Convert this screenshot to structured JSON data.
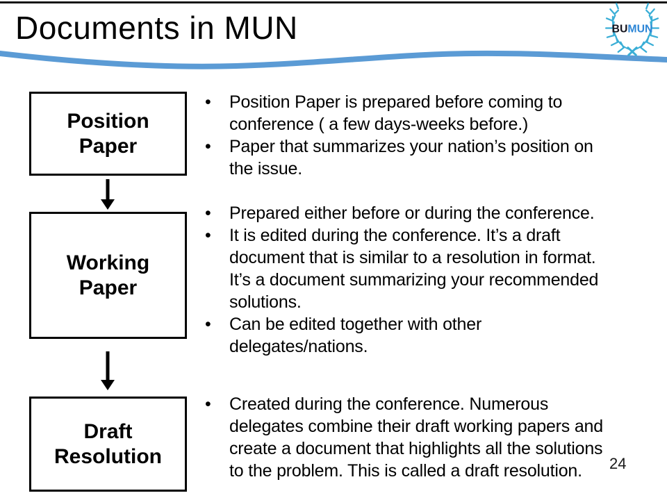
{
  "slide": {
    "title": "Documents in MUN",
    "page_number": "24"
  },
  "logo": {
    "text_primary": "BU",
    "text_secondary": "MUN"
  },
  "colors": {
    "wave_blue": "#5b9bd5",
    "wreath_cyan": "#3aaed6",
    "logo_bu": "#15151f",
    "logo_mun": "#2e86d6",
    "box_border": "#000000",
    "text": "#000000"
  },
  "flow_boxes": [
    {
      "lines": [
        "Position",
        "Paper"
      ]
    },
    {
      "lines": [
        "Working",
        "Paper"
      ]
    },
    {
      "lines": [
        "Draft",
        "Resolution"
      ]
    }
  ],
  "sections": [
    {
      "bullets": [
        {
          "lines": [
            "Position Paper is prepared before coming to",
            "conference ( a few days-weeks before.)"
          ]
        },
        {
          "lines": [
            "Paper that summarizes your nation’s position on",
            "the issue."
          ]
        }
      ]
    },
    {
      "bullets": [
        {
          "lines": [
            "Prepared either before or during the conference."
          ]
        },
        {
          "lines": [
            "It is edited during the conference. It’s a draft",
            "document that is similar to a resolution in format.",
            "It’s a document summarizing your recommended",
            "solutions."
          ]
        },
        {
          "lines": [
            "Can be edited together with other",
            "delegates/nations."
          ]
        }
      ]
    },
    {
      "bullets": [
        {
          "lines": [
            "Created during the conference. Numerous",
            "delegates combine their draft working papers and",
            "create a document that highlights all the solutions",
            "to the problem. This is called a draft resolution."
          ]
        }
      ]
    }
  ]
}
